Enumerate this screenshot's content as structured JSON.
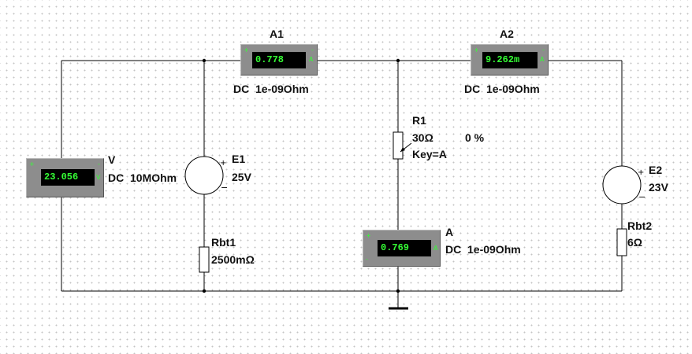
{
  "meters": {
    "a1": {
      "name": "A1",
      "reading": "0.778",
      "mode": "DC  1e-09Ohm"
    },
    "a2": {
      "name": "A2",
      "reading": "9.262m",
      "mode": "DC  1e-09Ohm"
    },
    "v": {
      "name": "V",
      "reading": "23.056",
      "mode": "DC  10MOhm"
    },
    "a": {
      "name": "A",
      "reading": "0.769",
      "mode": "DC  1e-09Ohm"
    }
  },
  "components": {
    "e1": {
      "name": "E1",
      "value": "25V"
    },
    "e2": {
      "name": "E2",
      "value": "23V"
    },
    "r1": {
      "name": "R1",
      "value": "30Ω",
      "percent": "0 %",
      "key": "Key=A"
    },
    "rbt1": {
      "name": "Rbt1",
      "value": "2500mΩ"
    },
    "rbt2": {
      "name": "Rbt2",
      "value": "6Ω"
    }
  },
  "colors": {
    "wire": "#000000",
    "meter_body": "#8d8d8d",
    "display_bg": "#000000",
    "display_text": "#35ff35"
  }
}
